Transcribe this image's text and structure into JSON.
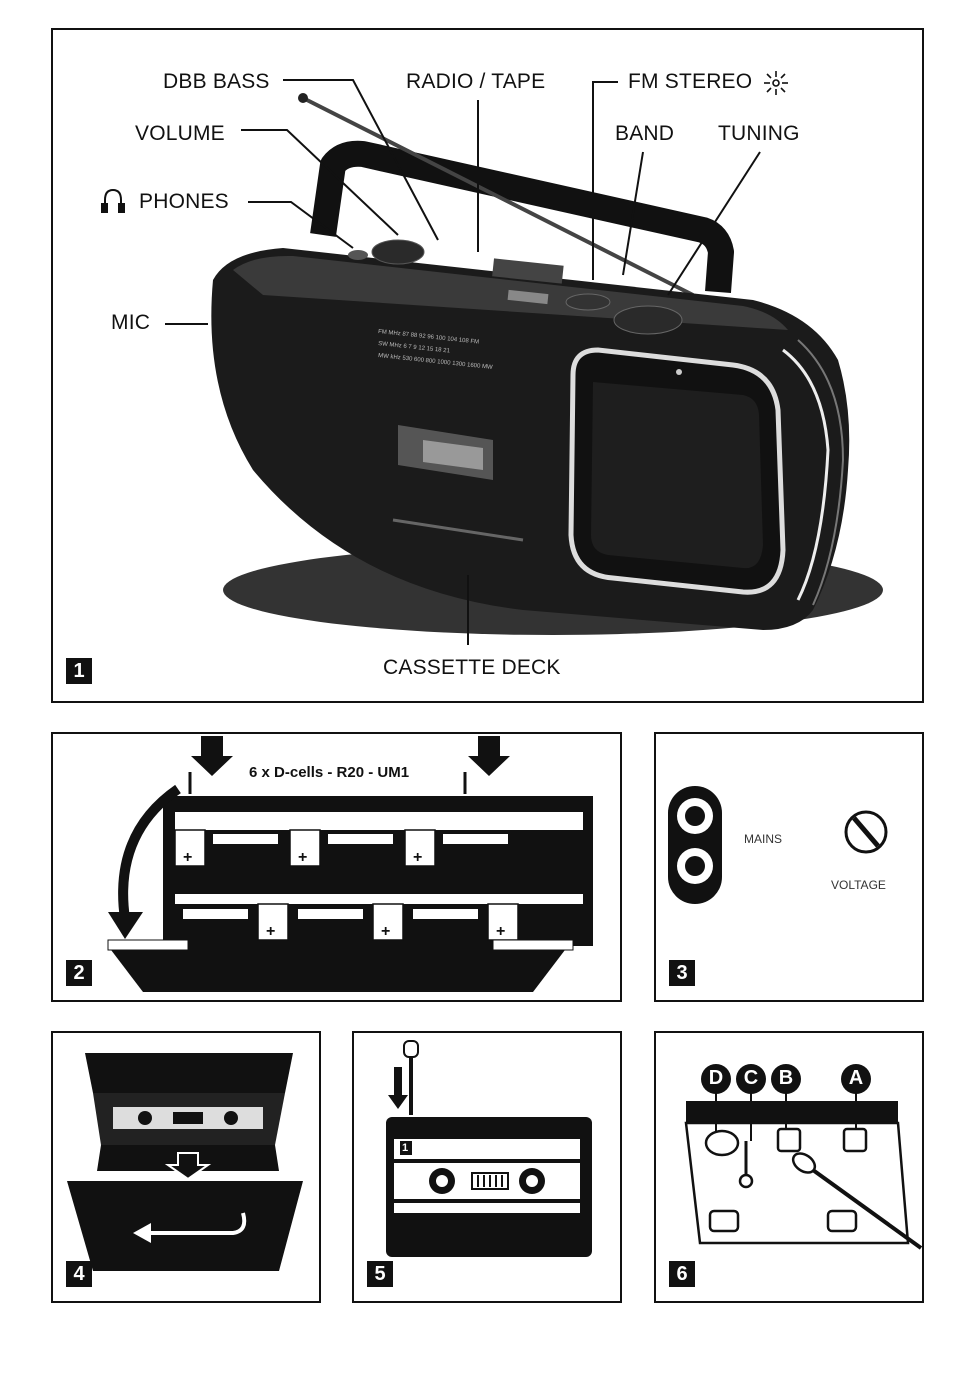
{
  "fig1": {
    "number": "1",
    "labels": {
      "dbb_bass": "DBB BASS",
      "radio_tape": "RADIO / TAPE",
      "fm_stereo": "FM STEREO",
      "volume": "VOLUME",
      "band": "BAND",
      "tuning": "TUNING",
      "phones": "PHONES",
      "mic": "MIC",
      "cassette_deck": "CASSETTE DECK"
    }
  },
  "fig2": {
    "number": "2",
    "caption": "6 x D-cells - R20 - UM1"
  },
  "fig3": {
    "number": "3",
    "mains": "MAINS",
    "voltage": "VOLTAGE"
  },
  "fig4": {
    "number": "4"
  },
  "fig5": {
    "number": "5",
    "tape_side": "1"
  },
  "fig6": {
    "number": "6",
    "points": [
      "D",
      "C",
      "B",
      "A"
    ]
  }
}
